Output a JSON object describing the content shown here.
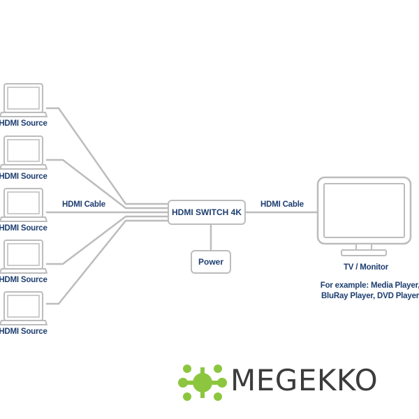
{
  "sources": [
    {
      "label": "HDMI Source"
    },
    {
      "label": "HDMI Source"
    },
    {
      "label": "HDMI Source"
    },
    {
      "label": "HDMI Source"
    },
    {
      "label": "HDMI Source"
    }
  ],
  "input_cable_label": "HDMI Cable",
  "switch_label": "HDMI SWITCH 4K",
  "power_label": "Power",
  "output_cable_label": "HDMI Cable",
  "monitor": {
    "label": "TV / Monitor",
    "note_line1": "For example: Media Player,",
    "note_line2": "BluRay Player, DVD Player"
  },
  "brand": {
    "name": "MEGEKKO",
    "logo_color": "#8cc63f"
  },
  "colors": {
    "text": "#1d3e70",
    "lines": "#bcbcbc"
  }
}
